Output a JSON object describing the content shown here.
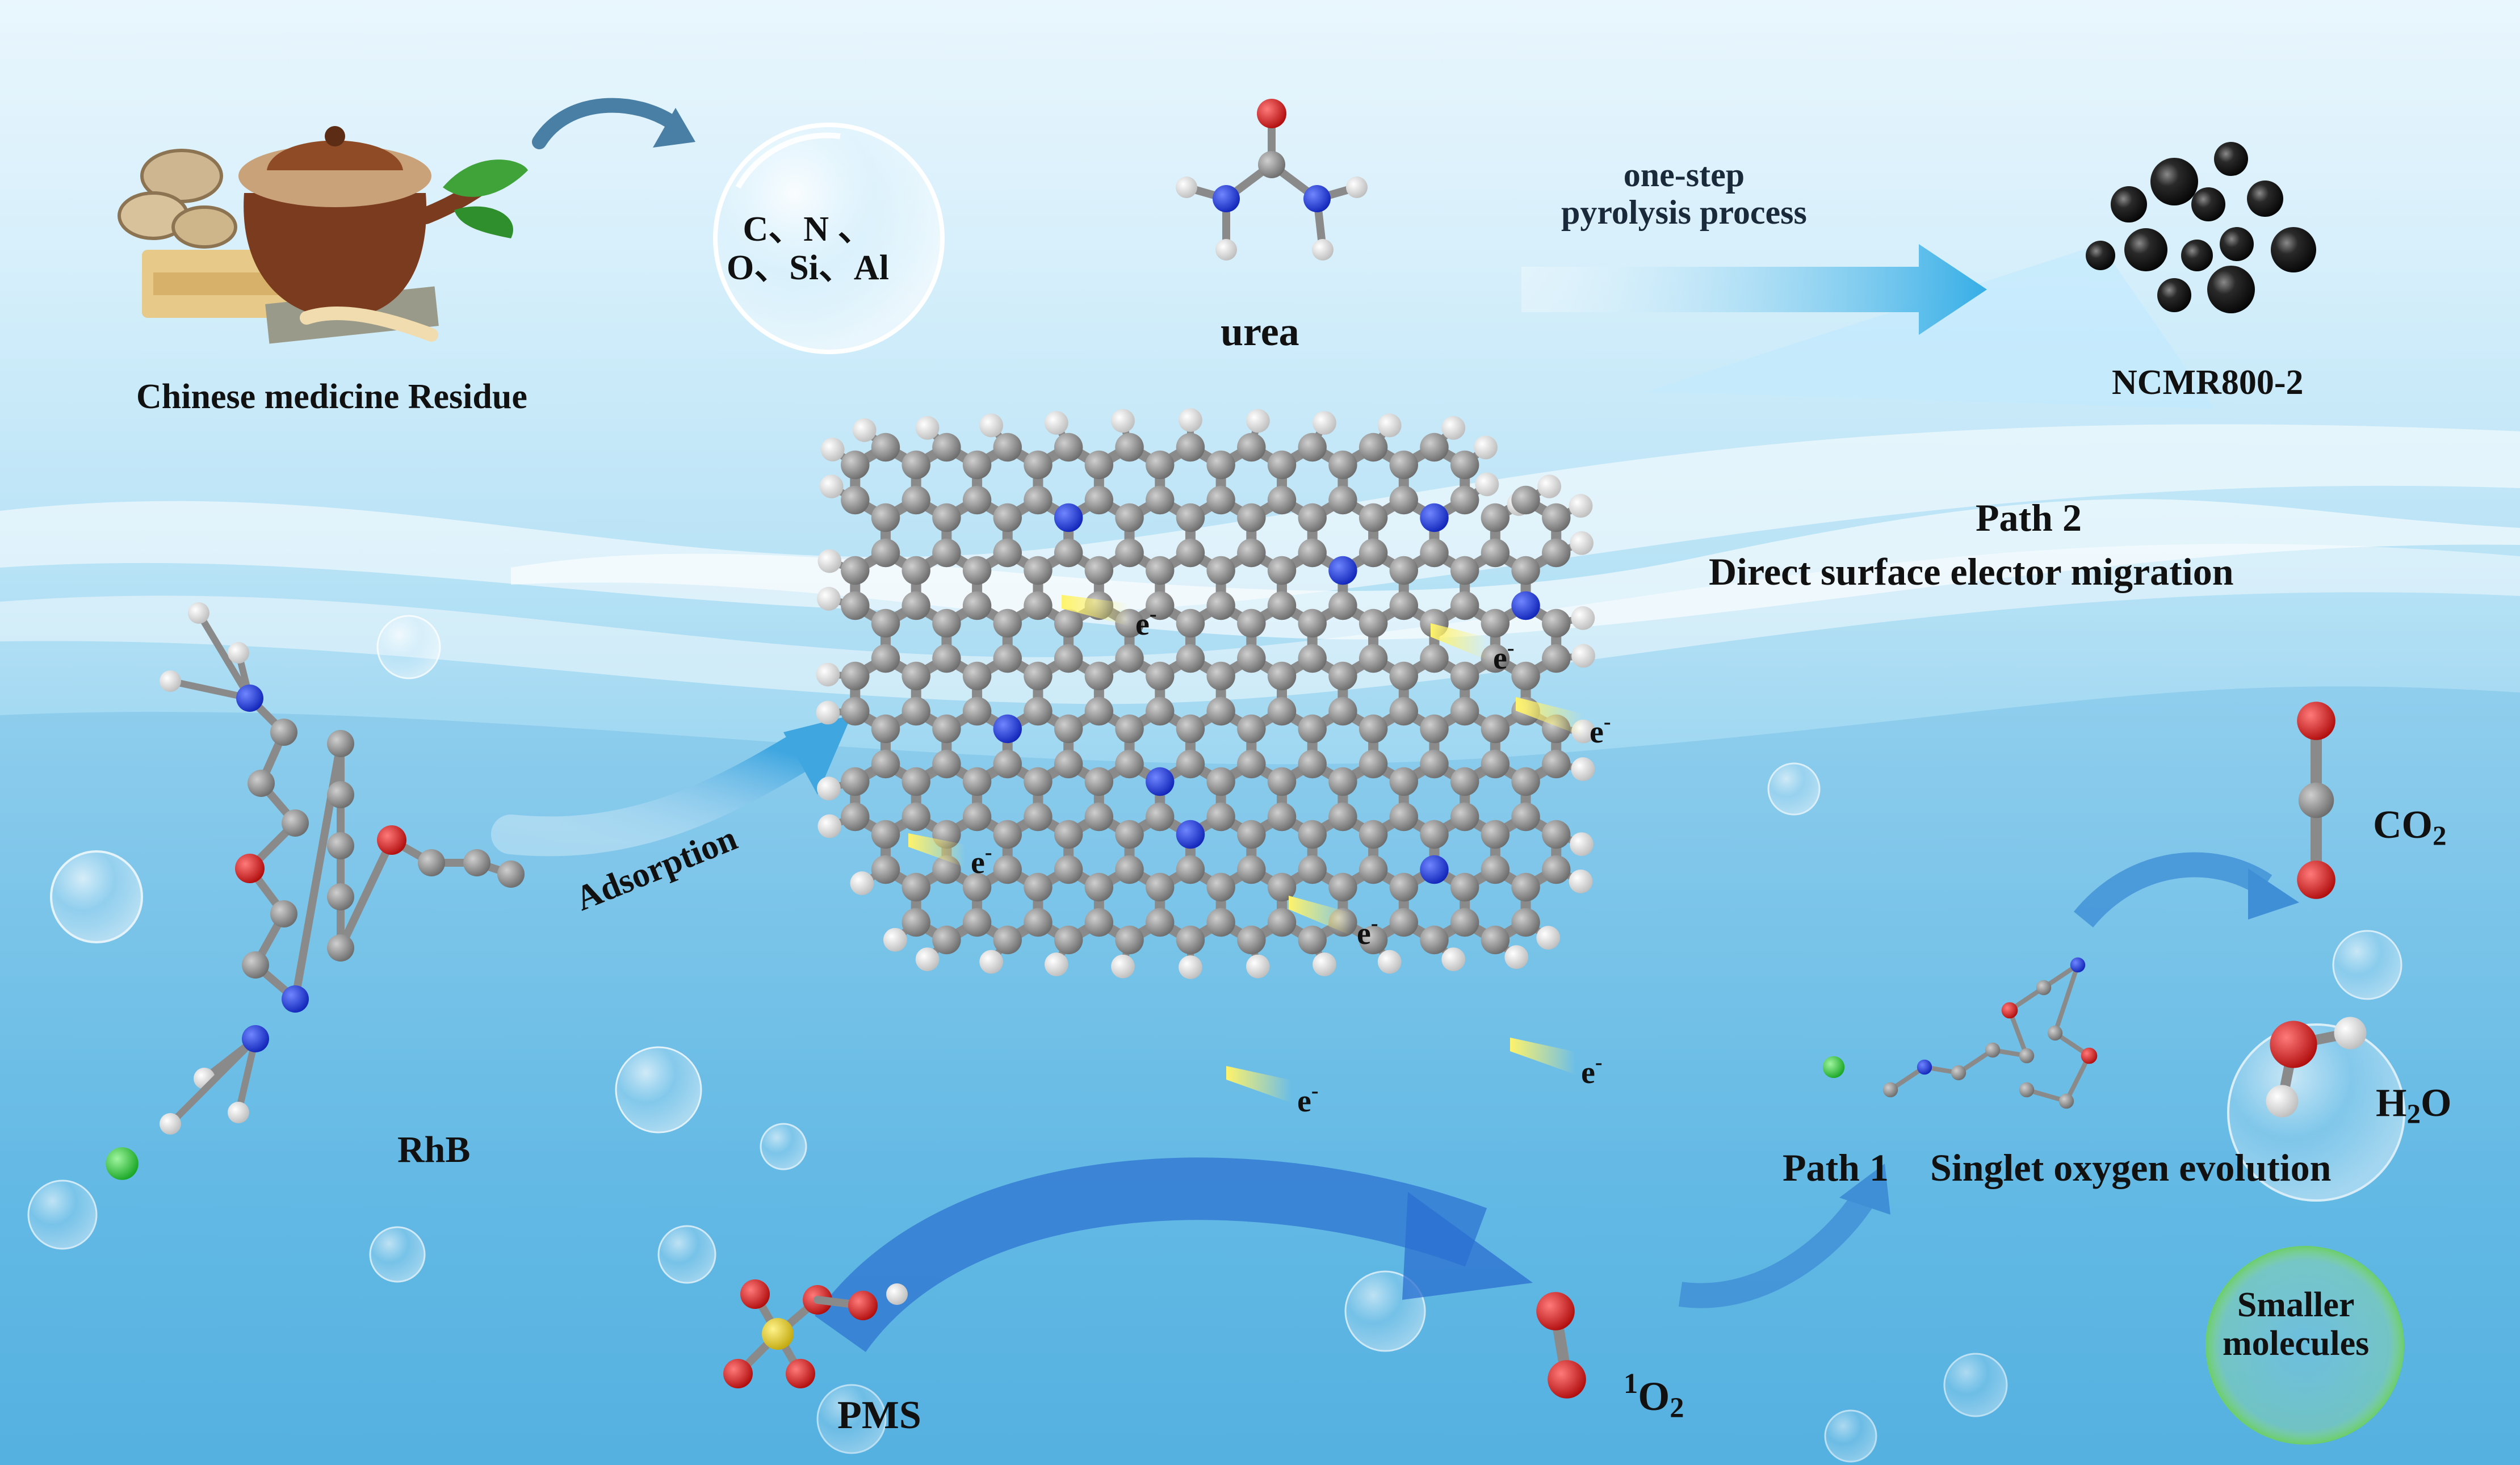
{
  "labels": {
    "residue": "Chinese medicine Residue",
    "elements_line1": "C、N 、",
    "elements_line2": "O、Si、Al",
    "urea": "urea",
    "process_line1": "one-step",
    "process_line2": "pyrolysis process",
    "product": "NCMR800-2",
    "path2_title": "Path 2",
    "path2_desc": "Direct surface elector migration",
    "adsorption": "Adsorption",
    "rhb": "RhB",
    "pms": "PMS",
    "singlet_o": "O",
    "singlet_o_sup": "1",
    "singlet_o_sub": "2",
    "path1": "Path 1",
    "path1_desc": "Singlet oxygen evolution",
    "co2": "CO",
    "co2_sub": "2",
    "h2o_h": "H",
    "h2o_sub": "2",
    "h2o_o": "O",
    "smaller_line1": "Smaller",
    "smaller_line2": "molecules",
    "electron": "e",
    "electron_sup": "-"
  },
  "colors": {
    "carbon": "#7a7a7a",
    "hydrogen": "#f2f2f2",
    "nitrogen": "#1f36d6",
    "oxygen": "#d01818",
    "chlorine": "#1fbf2a",
    "sulfur": "#d8c21a",
    "arrow_blue": "#3f8fd6",
    "electron_beam": "#fff36a"
  },
  "icons": {
    "pot": "herbal-medicine-pot-icon",
    "bubble": "element-bubble-icon",
    "carbon_spheres": "carbon-spheres-icon"
  }
}
